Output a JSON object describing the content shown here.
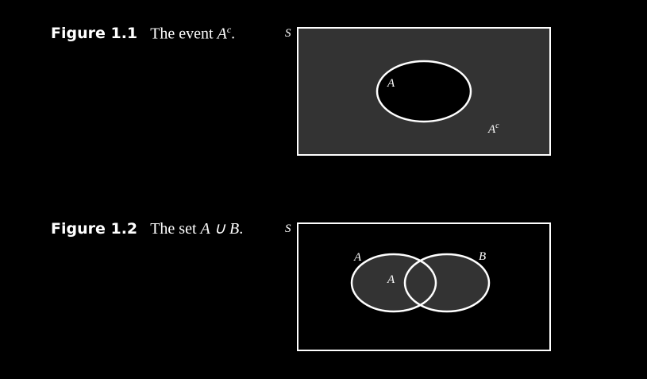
{
  "figure1": {
    "label": "Figure 1.1",
    "text": "The event ",
    "event": "A",
    "sup": "c",
    "end": ".",
    "space_label": "S",
    "set_label": "A",
    "complement_label": "A",
    "complement_sup": "c",
    "colors": {
      "shaded": "#333333",
      "outline": "#ffffff",
      "inner": "#000000"
    }
  },
  "figure2": {
    "label": "Figure 1.2",
    "text": "The set ",
    "expr": "A ∪ B",
    "end": ".",
    "space_label": "S",
    "left_label": "A",
    "inner_label": "A",
    "right_label": "B",
    "colors": {
      "shaded": "#333333",
      "outline": "#ffffff",
      "background": "#000000"
    }
  }
}
